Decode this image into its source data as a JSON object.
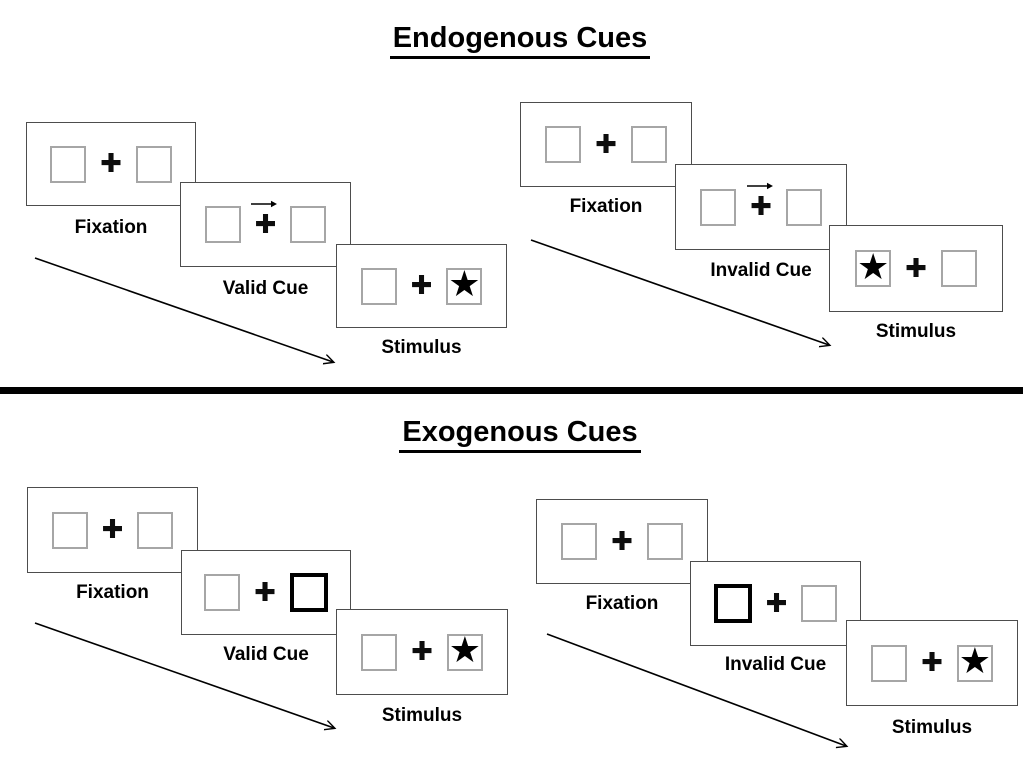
{
  "glyphs": {
    "fixation_cross": "✚",
    "star": "★"
  },
  "colors": {
    "background": "#ffffff",
    "ink": "#000000",
    "panel_border": "#4d4d4d",
    "placeholder_box_border": "#a6a6a6",
    "cue_highlight_border": "#000000",
    "divider": "#000000"
  },
  "sections": [
    {
      "title": "Endogenous Cues",
      "groups": [
        {
          "trial": "valid",
          "panels": [
            {
              "kind": "fixation",
              "label": "Fixation"
            },
            {
              "kind": "cue",
              "label": "Valid Cue",
              "cue": "central-arrow-right"
            },
            {
              "kind": "stimulus",
              "label": "Stimulus",
              "star_side": "right"
            }
          ]
        },
        {
          "trial": "invalid",
          "panels": [
            {
              "kind": "fixation",
              "label": "Fixation"
            },
            {
              "kind": "cue",
              "label": "Invalid Cue",
              "cue": "central-arrow-right"
            },
            {
              "kind": "stimulus",
              "label": "Stimulus",
              "star_side": "left"
            }
          ]
        }
      ]
    },
    {
      "title": "Exogenous Cues",
      "groups": [
        {
          "trial": "valid",
          "panels": [
            {
              "kind": "fixation",
              "label": "Fixation"
            },
            {
              "kind": "cue",
              "label": "Valid Cue",
              "cue": "peripheral-box-right"
            },
            {
              "kind": "stimulus",
              "label": "Stimulus",
              "star_side": "right"
            }
          ]
        },
        {
          "trial": "invalid",
          "panels": [
            {
              "kind": "fixation",
              "label": "Fixation"
            },
            {
              "kind": "cue",
              "label": "Invalid Cue",
              "cue": "peripheral-box-left"
            },
            {
              "kind": "stimulus",
              "label": "Stimulus",
              "star_side": "right"
            }
          ]
        }
      ]
    }
  ]
}
